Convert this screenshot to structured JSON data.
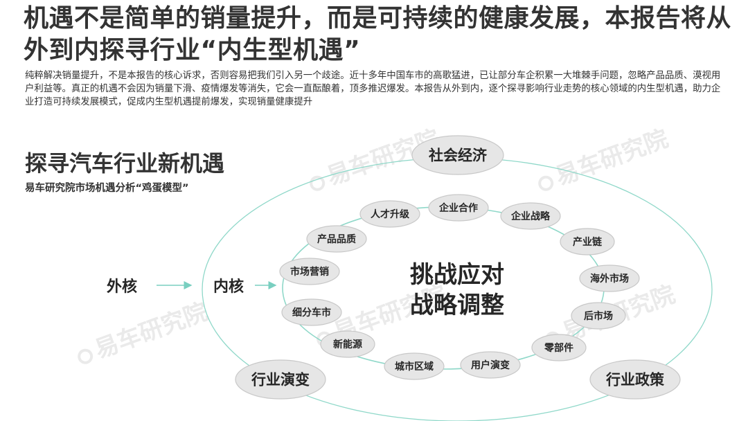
{
  "header": {
    "title": "机遇不是简单的销量提升，而是可持续的健康发展，本报告将从外到内探寻行业“内生型机遇”",
    "description": "纯粹解决销量提升，不是本报告的核心诉求，否则容易把我们引入另一个歧途。近十多年中国车市的高歌猛进，已让部分车企积累一大堆棘手问题，忽略产品品质、漠视用户利益等。真正的机遇不会因为销量下滑、疫情爆发等消失，它会一直酝酿着，顶多推迟爆发。本报告从外到内，逐个探寻影响行业走势的核心领域的内生型机遇，助力企业打造可持续发展模式，促成内生型机遇提前爆发，实现销量健康提升"
  },
  "section": {
    "title": "探寻汽车行业新机遇",
    "subtitle": "易车研究院市场机遇分析“鸡蛋模型”"
  },
  "diagram": {
    "outer_label": "外核",
    "inner_label": "内核",
    "center_line1": "挑战应对",
    "center_line2": "战略调整",
    "outer_nodes": [
      "社会经济",
      "行业演变",
      "行业政策"
    ],
    "inner_nodes": [
      "企业合作",
      "企业战略",
      "产业链",
      "海外市场",
      "后市场",
      "零部件",
      "用户演变",
      "城市区域",
      "新能源",
      "细分车市",
      "市场营销",
      "产品品质",
      "人才升级"
    ],
    "colors": {
      "ring": "#8fd8c9",
      "node_fill": "#e6e6e6",
      "node_stroke": "#c8c8c8",
      "arrow": "#79cfc0"
    }
  },
  "watermark": {
    "text": "易车研究院"
  }
}
